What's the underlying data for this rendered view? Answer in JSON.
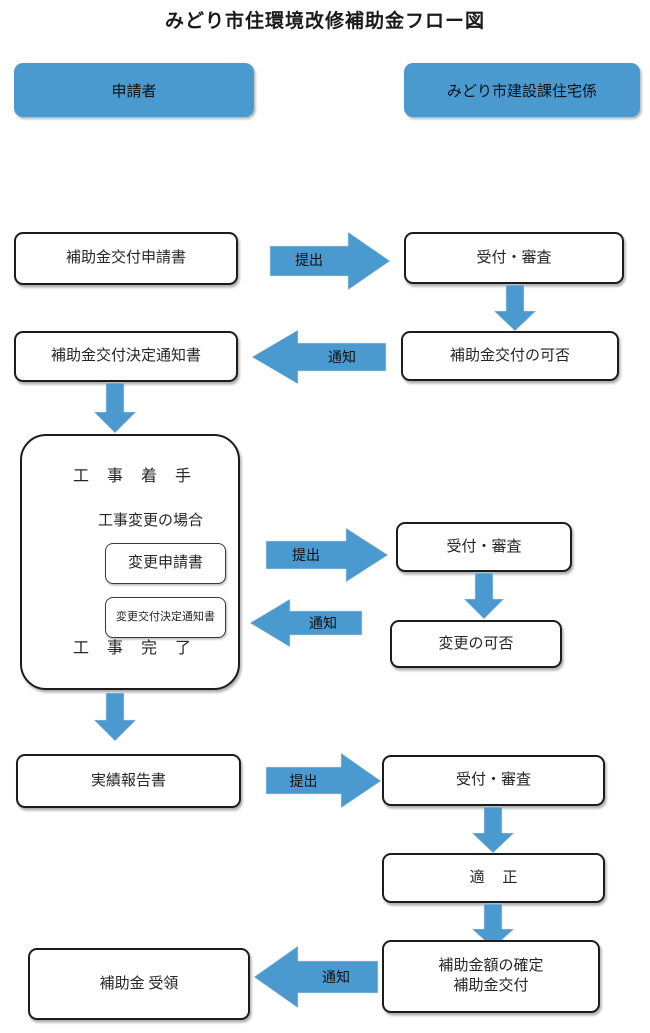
{
  "chart_data": {
    "type": "diagram",
    "title": "みどり市住環境改修補助金フロー図",
    "lanes": [
      "申請者",
      "みどり市建設課住宅係"
    ],
    "nodes": [
      "補助金交付申請書",
      "受付・審査",
      "補助金交付の可否",
      "補助金交付決定通知書",
      "工 事 着 手",
      "工事変更の場合",
      "変更申請書",
      "変更交付決定通知書",
      "工 事 完 了",
      "受付・審査",
      "変更の可否",
      "実績報告書",
      "受付・審査",
      "適  正",
      "補助金額の確定 補助金交付",
      "補助金  受領"
    ],
    "edge_labels": [
      "提出",
      "通知",
      "提出",
      "通知",
      "提出",
      "通知"
    ]
  },
  "diagram": {
    "title": "みどり市住環境改修補助金フロー図",
    "lanes": {
      "applicant": "申請者",
      "city_office": "みどり市建設課住宅係"
    },
    "nodes": {
      "grant_application": "補助金交付申請書",
      "receipt_review_1": "受付・審査",
      "grant_decision": "補助金交付の可否",
      "grant_decision_notice": "補助金交付決定通知書",
      "construction_start": "工 事 着 手",
      "change_case_label": "工事変更の場合",
      "change_application": "変更申請書",
      "change_decision_notice": "変更交付決定通知書",
      "construction_complete": "工 事 完 了",
      "receipt_review_2": "受付・審査",
      "change_decision": "変更の可否",
      "performance_report": "実績報告書",
      "receipt_review_3": "受付・審査",
      "proper": "適  正",
      "amount_confirm_line1": "補助金額の確定",
      "amount_confirm_line2": "補助金交付",
      "grant_received": "補助金  受領"
    },
    "arrows": {
      "submit_1": "提出",
      "notify_1": "通知",
      "submit_2": "提出",
      "notify_2": "通知",
      "submit_3": "提出",
      "notify_3": "通知"
    },
    "colors": {
      "accent_blue": "#4A9AD0",
      "box_border": "#1C1C1C",
      "text": "#262626",
      "background": "#FFFFFF"
    }
  }
}
